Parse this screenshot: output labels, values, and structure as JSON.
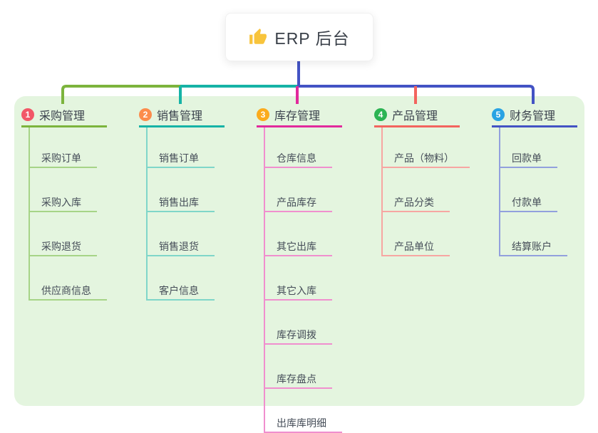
{
  "root": {
    "title": "ERP 后台",
    "icon": "thumbs-up-icon",
    "icon_color": "#f8c43c"
  },
  "panel_color": "#e4f5df",
  "root_line_color": "#4353c4",
  "branches": [
    {
      "index": "1",
      "label": "采购管理",
      "badge_color": "#f25767",
      "line_color": "#7cb43d",
      "child_line_color": "#a6d487",
      "children": [
        "采购订单",
        "采购入库",
        "采购退货",
        "供应商信息"
      ]
    },
    {
      "index": "2",
      "label": "销售管理",
      "badge_color": "#fc8c4c",
      "line_color": "#16b3a6",
      "child_line_color": "#7fd6c9",
      "children": [
        "销售订单",
        "销售出库",
        "销售退货",
        "客户信息"
      ]
    },
    {
      "index": "3",
      "label": "库存管理",
      "badge_color": "#fbab1d",
      "line_color": "#e12a9c",
      "child_line_color": "#f08fce",
      "children": [
        "仓库信息",
        "产品库存",
        "其它出库",
        "其它入库",
        "库存调拨",
        "库存盘点",
        "出库库明细"
      ]
    },
    {
      "index": "4",
      "label": "产品管理",
      "badge_color": "#2cb453",
      "line_color": "#f3645e",
      "child_line_color": "#f7a6a2",
      "children": [
        "产品（物料）",
        "产品分类",
        "产品单位"
      ]
    },
    {
      "index": "5",
      "label": "财务管理",
      "badge_color": "#29a3e3",
      "line_color": "#4353c4",
      "child_line_color": "#92a0dd",
      "children": [
        "回款单",
        "付款单",
        "结算账户"
      ]
    }
  ]
}
